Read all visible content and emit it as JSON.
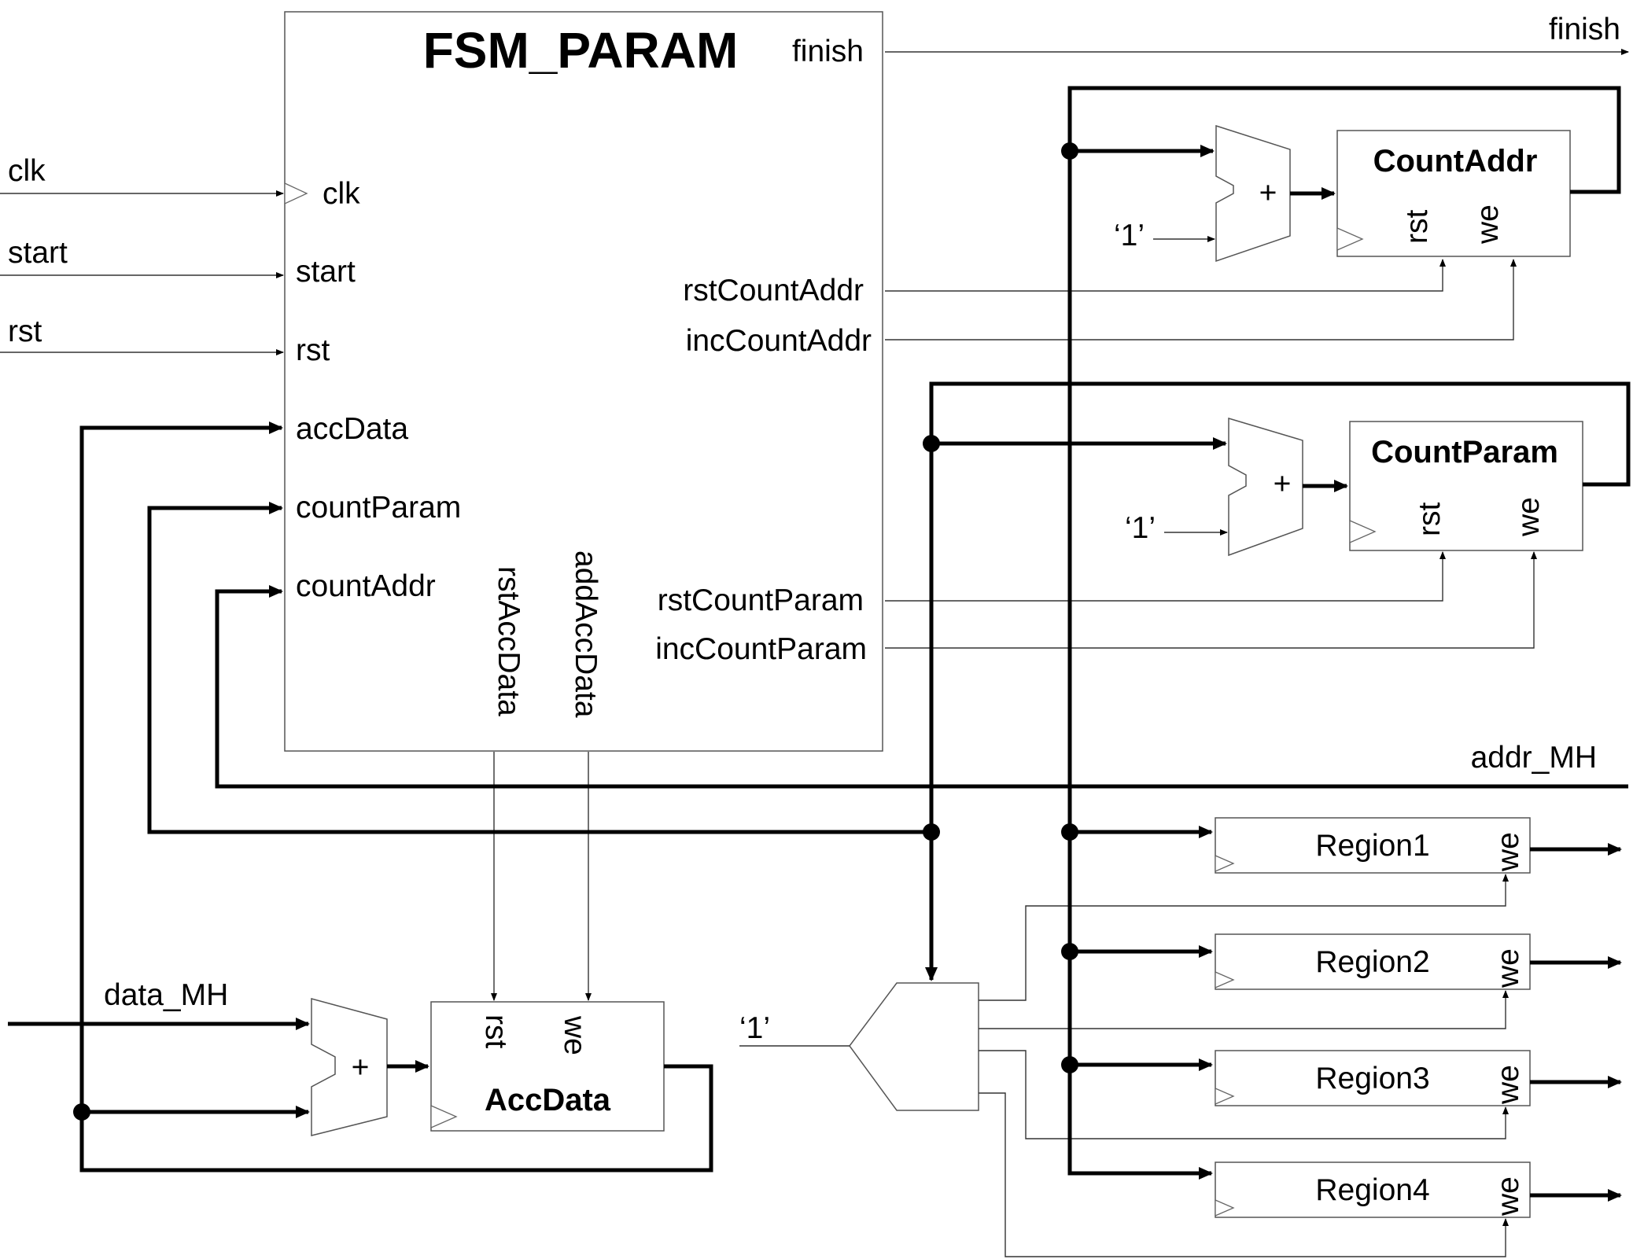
{
  "fsm": {
    "title": "FSM_PARAM",
    "inputs": [
      "clk",
      "start",
      "rst",
      "accData",
      "countParam",
      "countAddr"
    ],
    "outputs": [
      "finish",
      "rstCountAddr",
      "incCountAddr",
      "rstCountParam",
      "incCountParam"
    ],
    "bottom_outputs": [
      "rstAccData",
      "addAccData"
    ]
  },
  "external_inputs": [
    "clk",
    "start",
    "rst"
  ],
  "external_outputs": {
    "finish": "finish",
    "addr": "addr_MH"
  },
  "data_in": "data_MH",
  "constant": "‘1’",
  "adder_symbol": "+",
  "registers": {
    "count_addr": {
      "title": "CountAddr",
      "rst": "rst",
      "we": "we"
    },
    "count_param": {
      "title": "CountParam",
      "rst": "rst",
      "we": "we"
    },
    "acc_data": {
      "title": "AccData",
      "rst": "rst",
      "we": "we"
    }
  },
  "regions": [
    {
      "name": "Region1",
      "we": "we"
    },
    {
      "name": "Region2",
      "we": "we"
    },
    {
      "name": "Region3",
      "we": "we"
    },
    {
      "name": "Region4",
      "we": "we"
    }
  ],
  "colors": {
    "line": "#000000",
    "box_border": "#555555",
    "background": "#ffffff"
  }
}
